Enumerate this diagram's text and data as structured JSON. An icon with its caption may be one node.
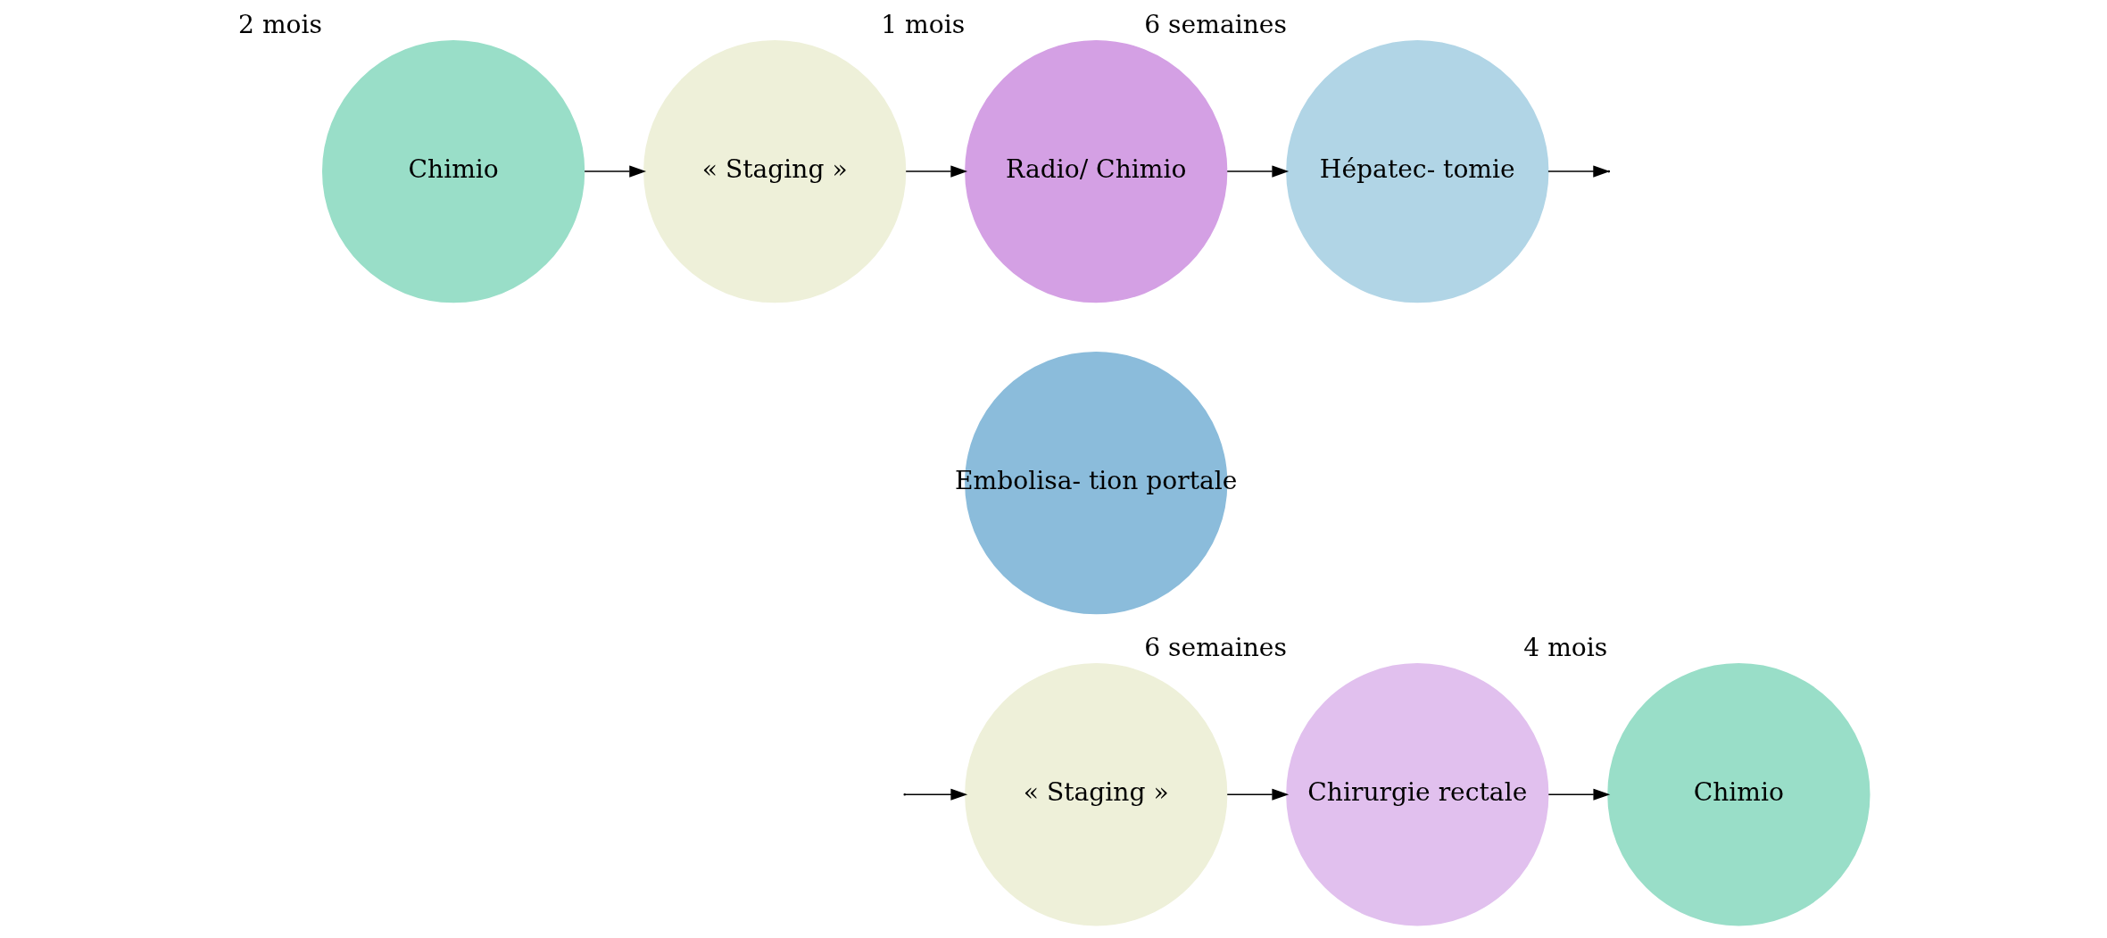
{
  "diagram": {
    "nodes": [
      {
        "text": [
          "Chimio"
        ],
        "beside": [
          "2 mois"
        ]
      },
      {
        "text": [
          "« Staging »"
        ]
      },
      {
        "text": [
          "Radio/ Chimio"
        ],
        "beside": [
          "1 mois"
        ]
      },
      {
        "text": [
          "Embolisa- tion portale"
        ]
      },
      {
        "text": [
          "Hépatec- tomie"
        ],
        "beside": [
          "6 semaines"
        ]
      },
      {
        "text": [
          "« Staging »"
        ]
      },
      {
        "text": [
          "Chirurgie rectale"
        ],
        "beside": [
          "6 semaines"
        ]
      },
      {
        "text": [
          "Chimio"
        ],
        "beside": [
          "4 mois"
        ]
      }
    ],
    "edges": [
      {
        "from": 0,
        "to": 1,
        "arrow": "to"
      },
      {
        "from": 1,
        "to": 2,
        "arrow": "to"
      },
      {
        "from": 2,
        "to": 4,
        "arrow": "to"
      },
      {
        "from": 4,
        "to": null,
        "arrow": "to"
      },
      {
        "from": null,
        "to": 5,
        "arrow": "to"
      },
      {
        "from": 5,
        "to": 6,
        "arrow": "to"
      },
      {
        "from": 6,
        "to": 7,
        "arrow": "to"
      }
    ]
  }
}
